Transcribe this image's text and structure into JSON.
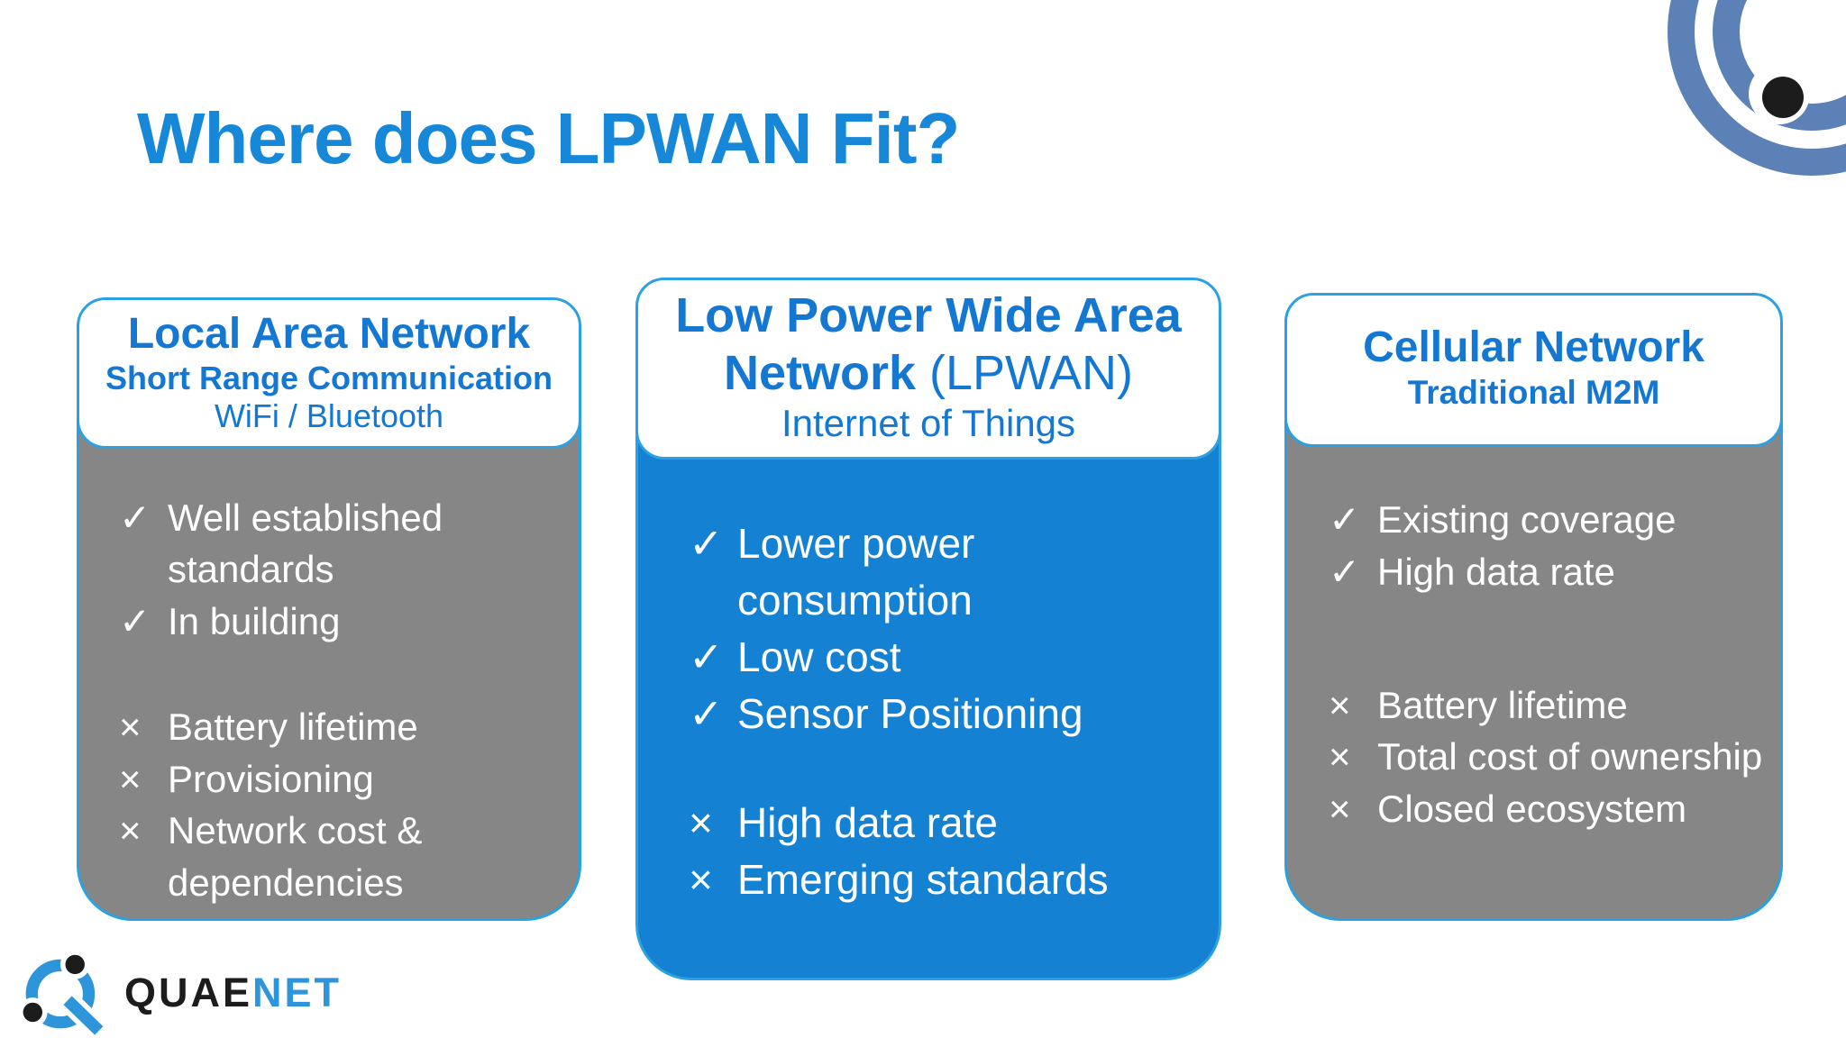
{
  "title": "Where does LPWAN Fit?",
  "icons": {
    "check": "✓",
    "cross": "×",
    "corner_logo_name": "arc-rings-with-dot",
    "footer_logo_name": "q-ring-with-dots"
  },
  "colors": {
    "title_blue": "#1787d8",
    "header_text_blue": "#1478d2",
    "card_border_blue": "#2ba1e2",
    "body_gray": "#868686",
    "body_blue": "#1581d3",
    "text_white": "#ffffff",
    "corner_logo_steel_blue": "#5b81b6",
    "logo_blue": "#2f95da",
    "logo_black": "#1c1c1c"
  },
  "cards": [
    {
      "title": "Local Area Network",
      "subtitle_bold": "Short Range Communication",
      "subtitle_regular": "WiFi / Bluetooth",
      "pros": [
        "Well established standards",
        "In building"
      ],
      "cons": [
        "Battery lifetime",
        "Provisioning",
        "Network cost & dependencies"
      ]
    },
    {
      "title_bold": "Low Power Wide Area Network",
      "title_regular": " (LPWAN)",
      "subtitle": "Internet of Things",
      "pros": [
        "Lower power consumption",
        "Low cost",
        "Sensor Positioning"
      ],
      "cons": [
        "High data rate",
        "Emerging standards"
      ]
    },
    {
      "title": "Cellular Network",
      "subtitle_bold": "Traditional M2M",
      "pros": [
        "Existing coverage",
        "High data rate"
      ],
      "cons": [
        "Battery lifetime",
        "Total cost of ownership",
        "Closed ecosystem"
      ]
    }
  ],
  "footer": {
    "brand_black": "QUAE",
    "brand_blue": "NET"
  }
}
